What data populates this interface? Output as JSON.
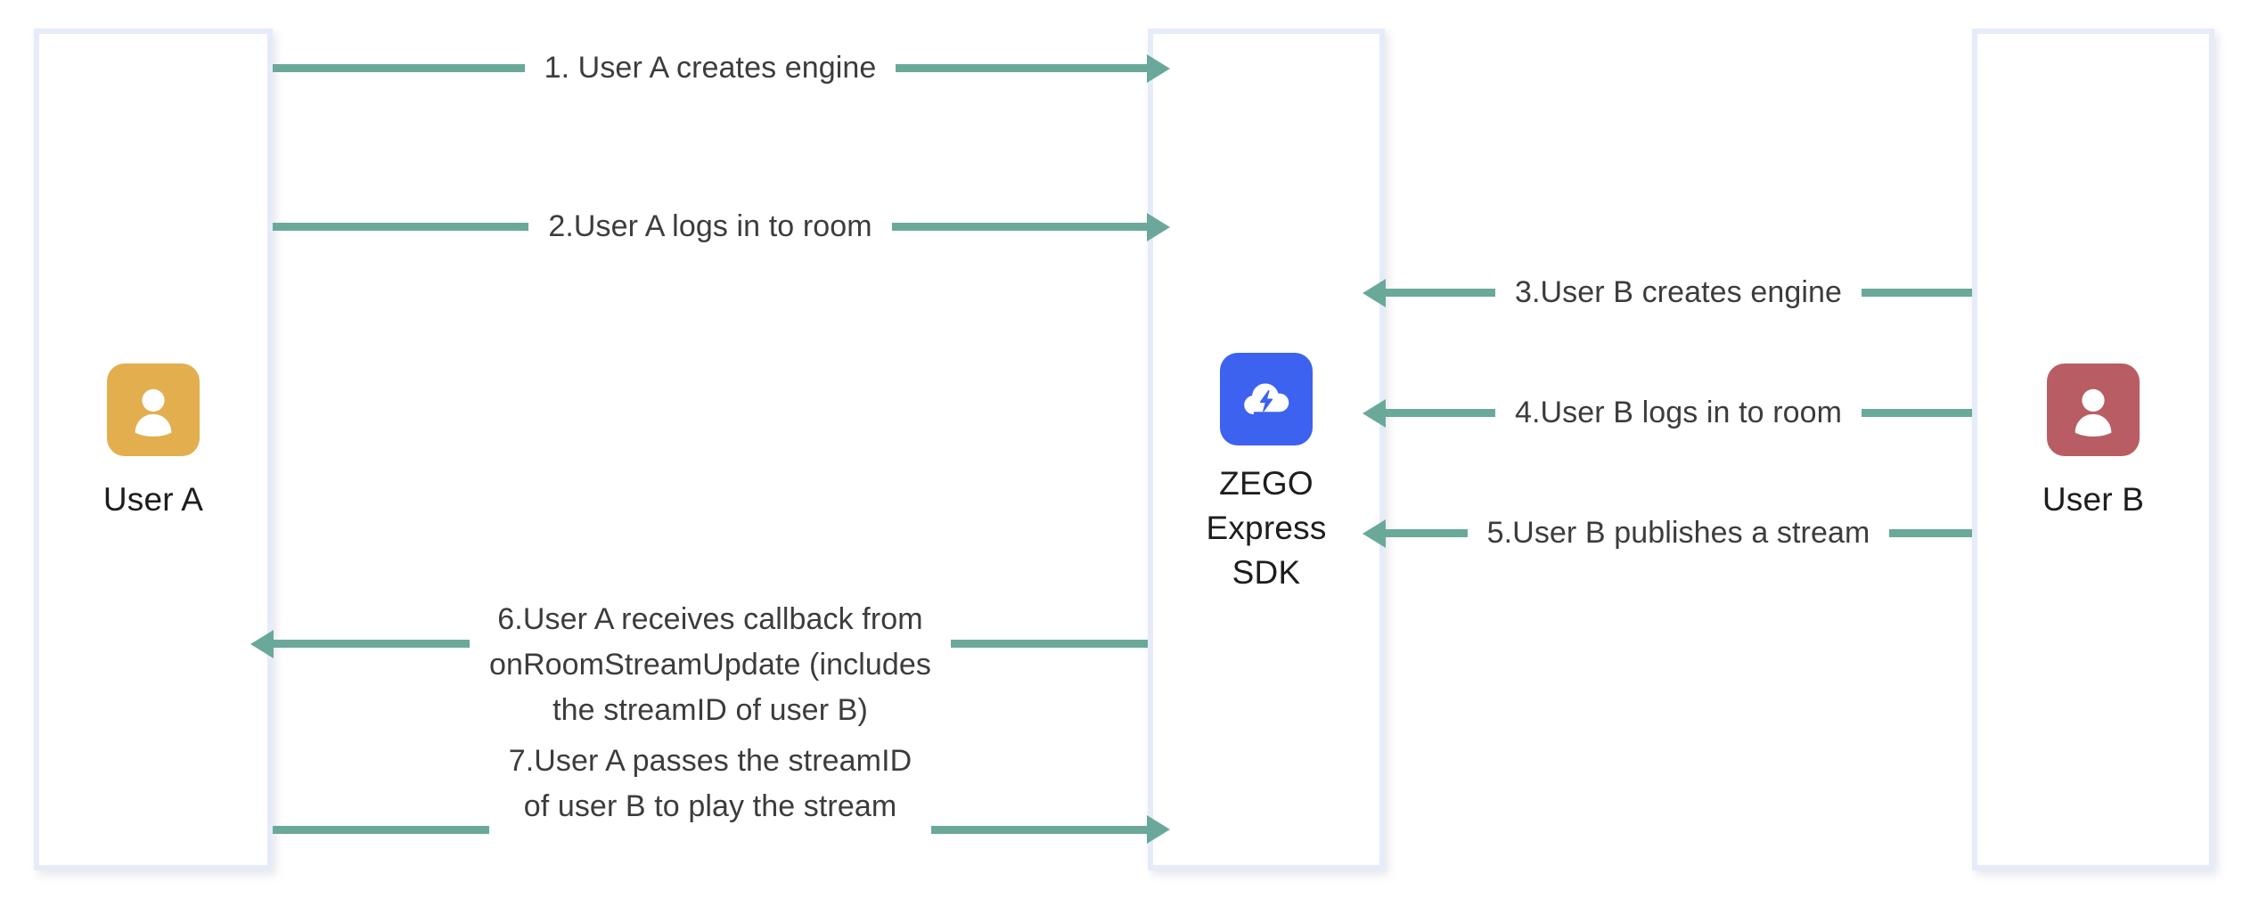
{
  "diagram": {
    "title": "ZEGO Express SDK publish and play stream sequence",
    "accent_line_color": "#6aa99a",
    "lane_border_color": "#e6ebf9",
    "text_color": "#3c3c3e"
  },
  "lanes": [
    {
      "id": "user-a",
      "label": "User A",
      "icon": "user-avatar-icon",
      "avatar_color": "#e3ae4e"
    },
    {
      "id": "zego-express-sdk",
      "label": "ZEGO\nExpress\nSDK",
      "icon": "zego-cloud-bolt-icon",
      "avatar_color": "#3d62f0"
    },
    {
      "id": "user-b",
      "label": "User B",
      "icon": "user-avatar-icon",
      "avatar_color": "#b85d63"
    }
  ],
  "steps": [
    {
      "number": "1",
      "label": "1. User A creates engine",
      "direction": "right",
      "from": "user-a",
      "to": "zego-express-sdk"
    },
    {
      "number": "2",
      "label": "2.User A logs in to room",
      "direction": "right",
      "from": "user-a",
      "to": "zego-express-sdk"
    },
    {
      "number": "3",
      "label": "3.User B creates engine",
      "direction": "left",
      "from": "user-b",
      "to": "zego-express-sdk"
    },
    {
      "number": "4",
      "label": "4.User B logs in to room",
      "direction": "left",
      "from": "user-b",
      "to": "zego-express-sdk"
    },
    {
      "number": "5",
      "label": "5.User B publishes a stream",
      "direction": "left",
      "from": "user-b",
      "to": "zego-express-sdk"
    },
    {
      "number": "6",
      "label": "6.User A receives callback from\nonRoomStreamUpdate (includes\nthe streamID of user B)",
      "direction": "left",
      "from": "zego-express-sdk",
      "to": "user-a"
    },
    {
      "number": "7",
      "label": "7.User A passes the streamID\nof user B to play the stream",
      "direction": "right",
      "from": "user-a",
      "to": "zego-express-sdk"
    }
  ]
}
